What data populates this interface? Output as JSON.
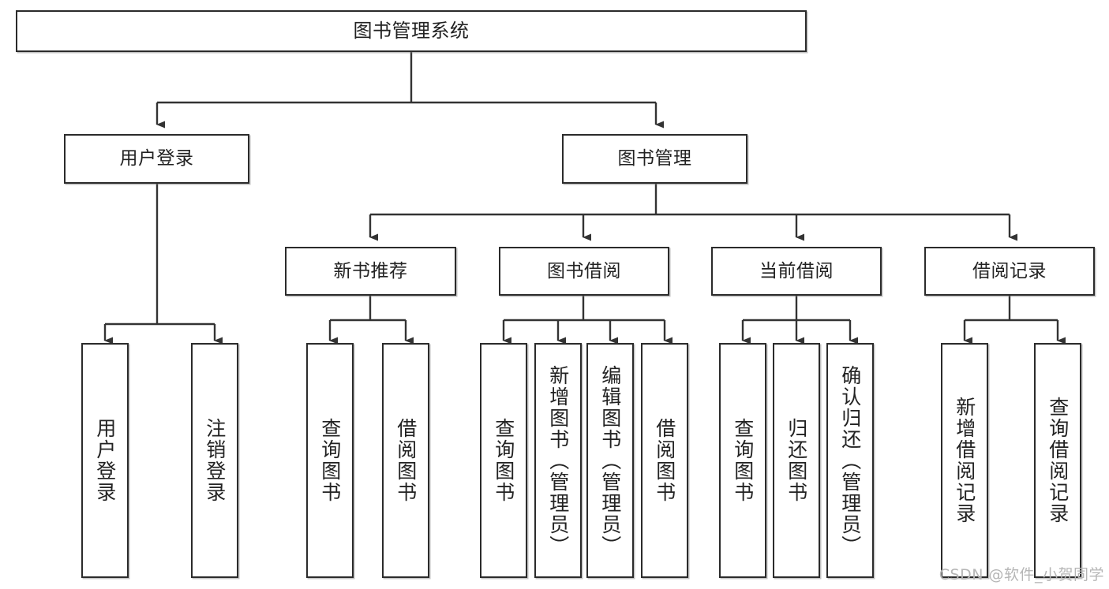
{
  "diagram": {
    "title": "图书管理系统",
    "type": "tree",
    "watermark": "CSDN @软件_小贺同学",
    "colors": {
      "box_border": "#2b2b2b",
      "box_fill": "#ffffff",
      "edge": "#333333",
      "text": "#222222",
      "watermark": "#b6b6b6"
    },
    "levels": {
      "root": {
        "label": "图书管理系统"
      },
      "level2": [
        {
          "label": "用户登录"
        },
        {
          "label": "图书管理"
        }
      ],
      "level3": [
        {
          "label": "新书推荐"
        },
        {
          "label": "图书借阅"
        },
        {
          "label": "当前借阅"
        },
        {
          "label": "借阅记录"
        }
      ],
      "leaves": {
        "user_login": [
          {
            "label": "用户登录"
          },
          {
            "label": "注销登录"
          }
        ],
        "new_book_recommend": [
          {
            "label": "查询图书"
          },
          {
            "label": "借阅图书"
          }
        ],
        "book_borrow": [
          {
            "label": "查询图书"
          },
          {
            "label": "新增图书（管理员）"
          },
          {
            "label": "编辑图书（管理员）"
          },
          {
            "label": "借阅图书"
          }
        ],
        "current_borrow": [
          {
            "label": "查询图书"
          },
          {
            "label": "归还图书"
          },
          {
            "label": "确认归还（管理员）"
          }
        ],
        "borrow_record": [
          {
            "label": "新增借阅记录"
          },
          {
            "label": "查询借阅记录"
          }
        ]
      }
    }
  }
}
